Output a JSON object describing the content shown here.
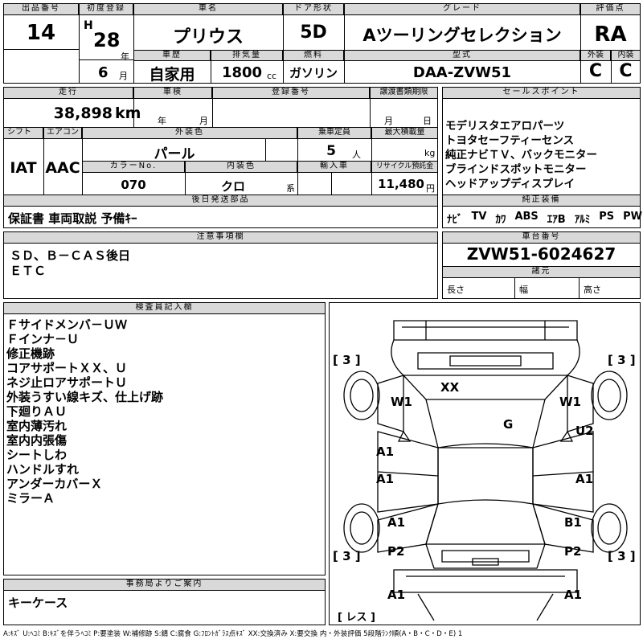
{
  "header": {
    "lot_label": "出品番号",
    "lot": "14",
    "reg_label": "初度登録",
    "era": "H",
    "year": "28",
    "year_unit": "年",
    "month": "6",
    "month_unit": "月",
    "name_label": "車名",
    "name": "プリウス",
    "door_label": "ドア形状",
    "door": "5D",
    "grade_label": "グレード",
    "grade": "Aツーリングセレクション",
    "score_label": "評価点",
    "score": "RA",
    "history_label": "車歴",
    "history": "自家用",
    "disp_label": "排気量",
    "disp": "1800",
    "disp_unit": "cc",
    "fuel_label": "燃料",
    "fuel": "ガソリン",
    "model_label": "型式",
    "model": "DAA-ZVW51",
    "ext_label": "外装",
    "ext": "C",
    "int_label": "内装",
    "int": "C"
  },
  "row2": {
    "mileage_label": "走行",
    "mileage": "38,898",
    "mileage_unit": "km",
    "inspect_label": "車検",
    "inspect_year": "年",
    "inspect_month": "月",
    "reg_no_label": "登録番号",
    "transfer_label": "譲渡書類期限",
    "transfer_month": "月",
    "transfer_day": "日",
    "shift_label": "シフト",
    "shift": "IAT",
    "ac_label": "エアコン",
    "ac": "AAC",
    "color_label": "外装色",
    "color": "パール",
    "cap_label": "乗車定員",
    "cap": "5",
    "cap_unit": "人",
    "load_label": "最大積載量",
    "load_unit": "kg",
    "colorno_label": "カラーNo.",
    "colorno": "070",
    "intcolor_label": "内装色",
    "intcolor": "クロ",
    "intcolor_unit": "系",
    "import_label": "輸入車",
    "recycle_label": "リサイクル預託金",
    "recycle": "11,480",
    "recycle_unit": "円"
  },
  "sales": {
    "label": "セールスポイント",
    "items": [
      "モデリスタエアロパーツ",
      "トヨタセーフティーセンス",
      "純正ナビＴＶ、バックモニター",
      "ブラインドスポットモニター",
      "ヘッドアップディスプレイ"
    ]
  },
  "later": {
    "label": "後日発送部品",
    "value": "保証書 車両取説 予備ｷｰ"
  },
  "equip": {
    "label": "純正装備",
    "items": [
      "ﾅﾋﾞ",
      "TV",
      "ｶﾜ",
      "ABS",
      "ｴｱB",
      "ｱﾙﾐ",
      "PS",
      "PW"
    ]
  },
  "notes": {
    "label": "注意事項欄",
    "lines": [
      "ＳＤ、Ｂ－ＣＡＳ後日",
      "ＥＴＣ"
    ]
  },
  "chassis": {
    "label": "車台番号",
    "value": "ZVW51-6024627",
    "spec_label": "諸元",
    "len": "長さ",
    "wid": "幅",
    "hgt": "高さ"
  },
  "inspector": {
    "label": "検査員記入欄",
    "lines": [
      "Ｆサイドメンバ－ＵＷ",
      "Ｆインナ－Ｕ",
      "修正機跡",
      "コアサポートＸＸ、Ｕ",
      "ネジ止ロアサポートＵ",
      "外装うすい線キズ、仕上げ跡",
      "下廻りＡＵ",
      "室内薄汚れ",
      "室内内張傷",
      "シートしわ",
      "ハンドルすれ",
      "アンダーカバーＸ",
      "ミラーＡ"
    ]
  },
  "office": {
    "label": "事務局よりご案内",
    "value": "キーケース"
  },
  "diagram": {
    "marks": {
      "tl3": "[ 3 ]",
      "tr3": "[ 3 ]",
      "bl3": "[ 3 ]",
      "br3": "[ 3 ]",
      "xx": "XX",
      "w1l": "W1",
      "w1r": "W1",
      "g": "G",
      "u2": "U2",
      "a1l1": "A1",
      "a1l2": "A1",
      "a1r": "A1",
      "a1l3": "A1",
      "b1": "B1",
      "p2l": "P2",
      "p2r": "P2",
      "a1bl": "A1",
      "a1br": "A1",
      "les": "[ レス ]"
    }
  },
  "legend": "A:ｷｽﾞ U:ﾍｺﾐ B:ｷｽﾞを伴うﾍｺﾐ P:要塗装 W:補修跡 S:錆 C:腐食 G:ﾌﾛﾝﾄｶﾞﾗｽ点ｷｽﾞ XX:交換済み X:要交換 内・外装評価 5段階ﾗﾝｸ順(A・B・C・D・E) 1"
}
